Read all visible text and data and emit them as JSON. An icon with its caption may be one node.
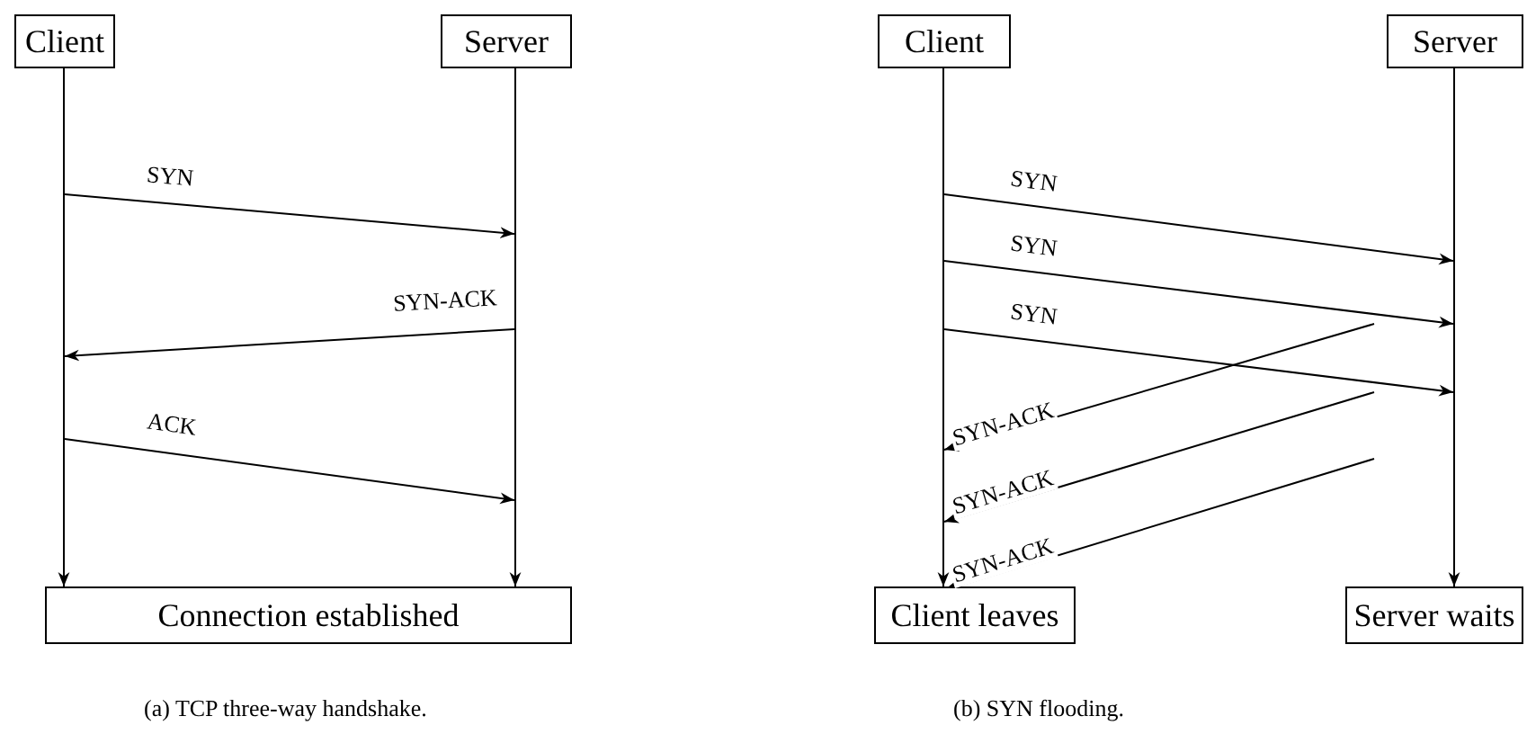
{
  "diagram": {
    "nodes": [
      {
        "text": [
          "Client"
        ]
      },
      {
        "text": [
          "Server"
        ]
      },
      {
        "text": [
          "Connection established"
        ]
      },
      {
        "text": [
          "Client"
        ]
      },
      {
        "text": [
          "Server"
        ]
      },
      {
        "text": [
          "Client leaves"
        ]
      },
      {
        "text": [
          "Server waits"
        ]
      },
      {
        "text": [],
        "shape": "bar"
      },
      {
        "text": [],
        "shape": "bar"
      },
      {
        "text": [],
        "shape": "bar"
      },
      {
        "text": [],
        "shape": "bar"
      }
    ],
    "edges": [
      {
        "from": 7,
        "to": 2,
        "arrow": "to"
      },
      {
        "from": 8,
        "to": 2,
        "arrow": "to"
      },
      {
        "from": 7,
        "to": 8,
        "arrow": "to",
        "label": "SYN"
      },
      {
        "from": 8,
        "to": 7,
        "arrow": "to",
        "label": "SYN-ACK"
      },
      {
        "from": 7,
        "to": 8,
        "arrow": "to",
        "label": "ACK"
      },
      {
        "from": 9,
        "to": 5,
        "arrow": "to"
      },
      {
        "from": 10,
        "to": 6,
        "arrow": "to"
      },
      {
        "from": 9,
        "to": 10,
        "arrow": "to",
        "label": "SYN"
      },
      {
        "from": 9,
        "to": 10,
        "arrow": "to",
        "label": "SYN"
      },
      {
        "from": 9,
        "to": 10,
        "arrow": "to",
        "label": "SYN"
      },
      {
        "from": null,
        "to": 9,
        "arrow": "to",
        "label": "SYN-ACK"
      },
      {
        "from": null,
        "to": 9,
        "arrow": "to",
        "label": "SYN-ACK"
      },
      {
        "from": null,
        "to": 9,
        "arrow": "to",
        "label": "SYN-ACK"
      }
    ],
    "labels": [
      "(a) TCP three-way handshake.",
      "(b) SYN flooding."
    ]
  }
}
